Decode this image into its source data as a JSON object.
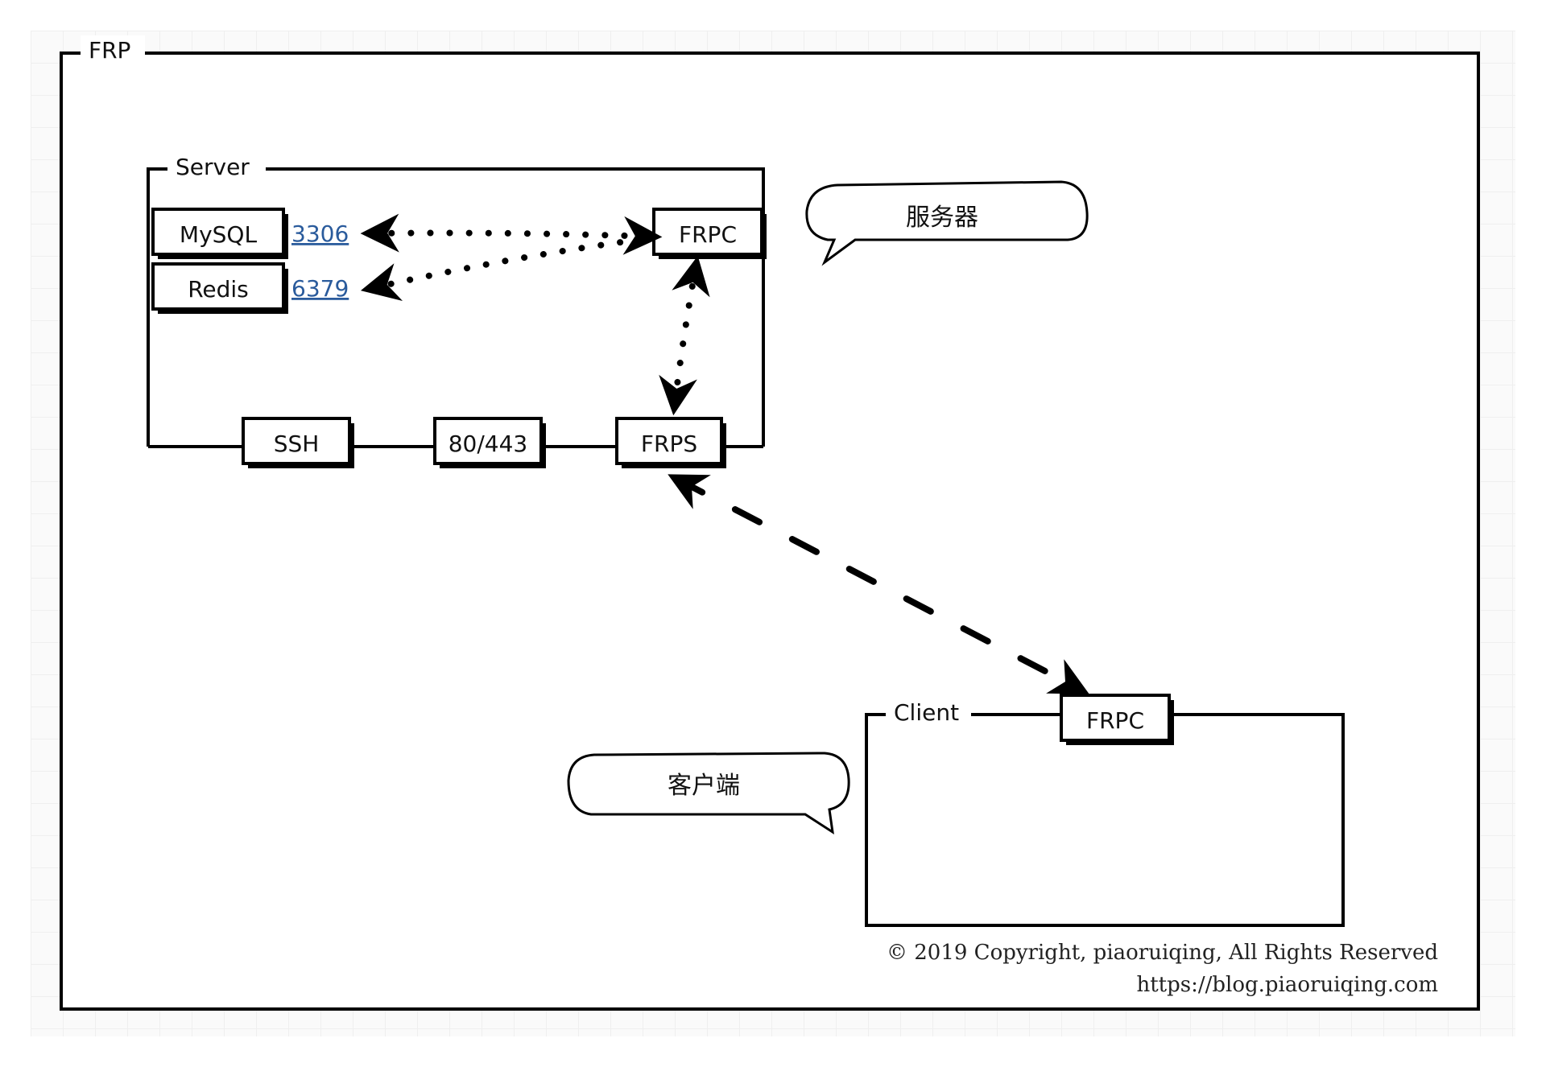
{
  "frame_title": "FRP",
  "server": {
    "title": "Server",
    "mysql": "MySQL",
    "mysql_port": "3306",
    "redis": "Redis",
    "redis_port": "6379",
    "frpc": "FRPC",
    "ssh": "SSH",
    "web": "80/443",
    "frps": "FRPS",
    "callout": "服务器"
  },
  "client": {
    "title": "Client",
    "frpc": "FRPC",
    "callout": "客户端"
  },
  "footer": {
    "copyright": "© 2019 Copyright,  piaoruiqing,  All Rights Reserved",
    "url": "https://blog.piaoruiqing.com"
  }
}
